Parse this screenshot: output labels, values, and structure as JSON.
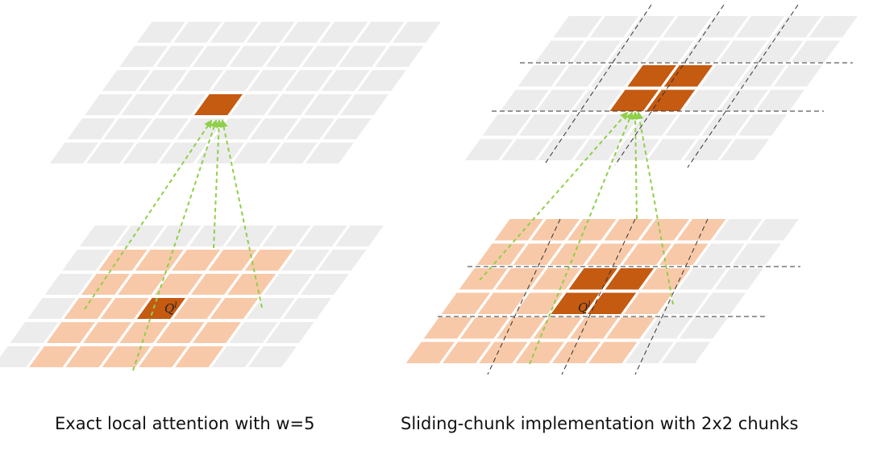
{
  "left_panel": {
    "caption": "Exact local attention with w=5",
    "query_label": "Q",
    "query_superscript": "l"
  },
  "right_panel": {
    "caption": "Sliding-chunk implementation with 2x2 chunks",
    "query_label": "Q",
    "query_superscript": "l"
  },
  "colors": {
    "grid_cell": "#ececec",
    "window_cell": "#f8c9a8",
    "highlight_cell": "#c55a11",
    "attention_arrow": "#8fcf4a",
    "chunk_boundary": "#333333"
  }
}
